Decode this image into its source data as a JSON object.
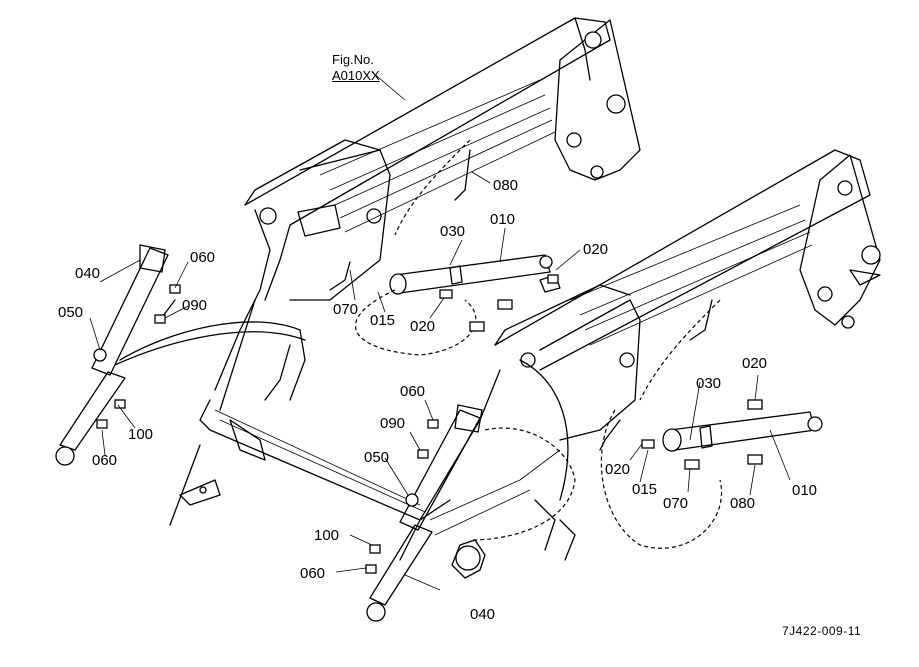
{
  "figure": {
    "fig_no_label": "Fig.No.",
    "fig_code": "A010XX"
  },
  "drawing_code": "7J422-009-11",
  "callouts": [
    "080",
    "030",
    "010",
    "020",
    "060",
    "040",
    "090",
    "050",
    "070",
    "015",
    "020",
    "100",
    "060",
    "060",
    "090",
    "050",
    "100",
    "060",
    "040",
    "020",
    "030",
    "020",
    "015",
    "070",
    "080",
    "010"
  ]
}
